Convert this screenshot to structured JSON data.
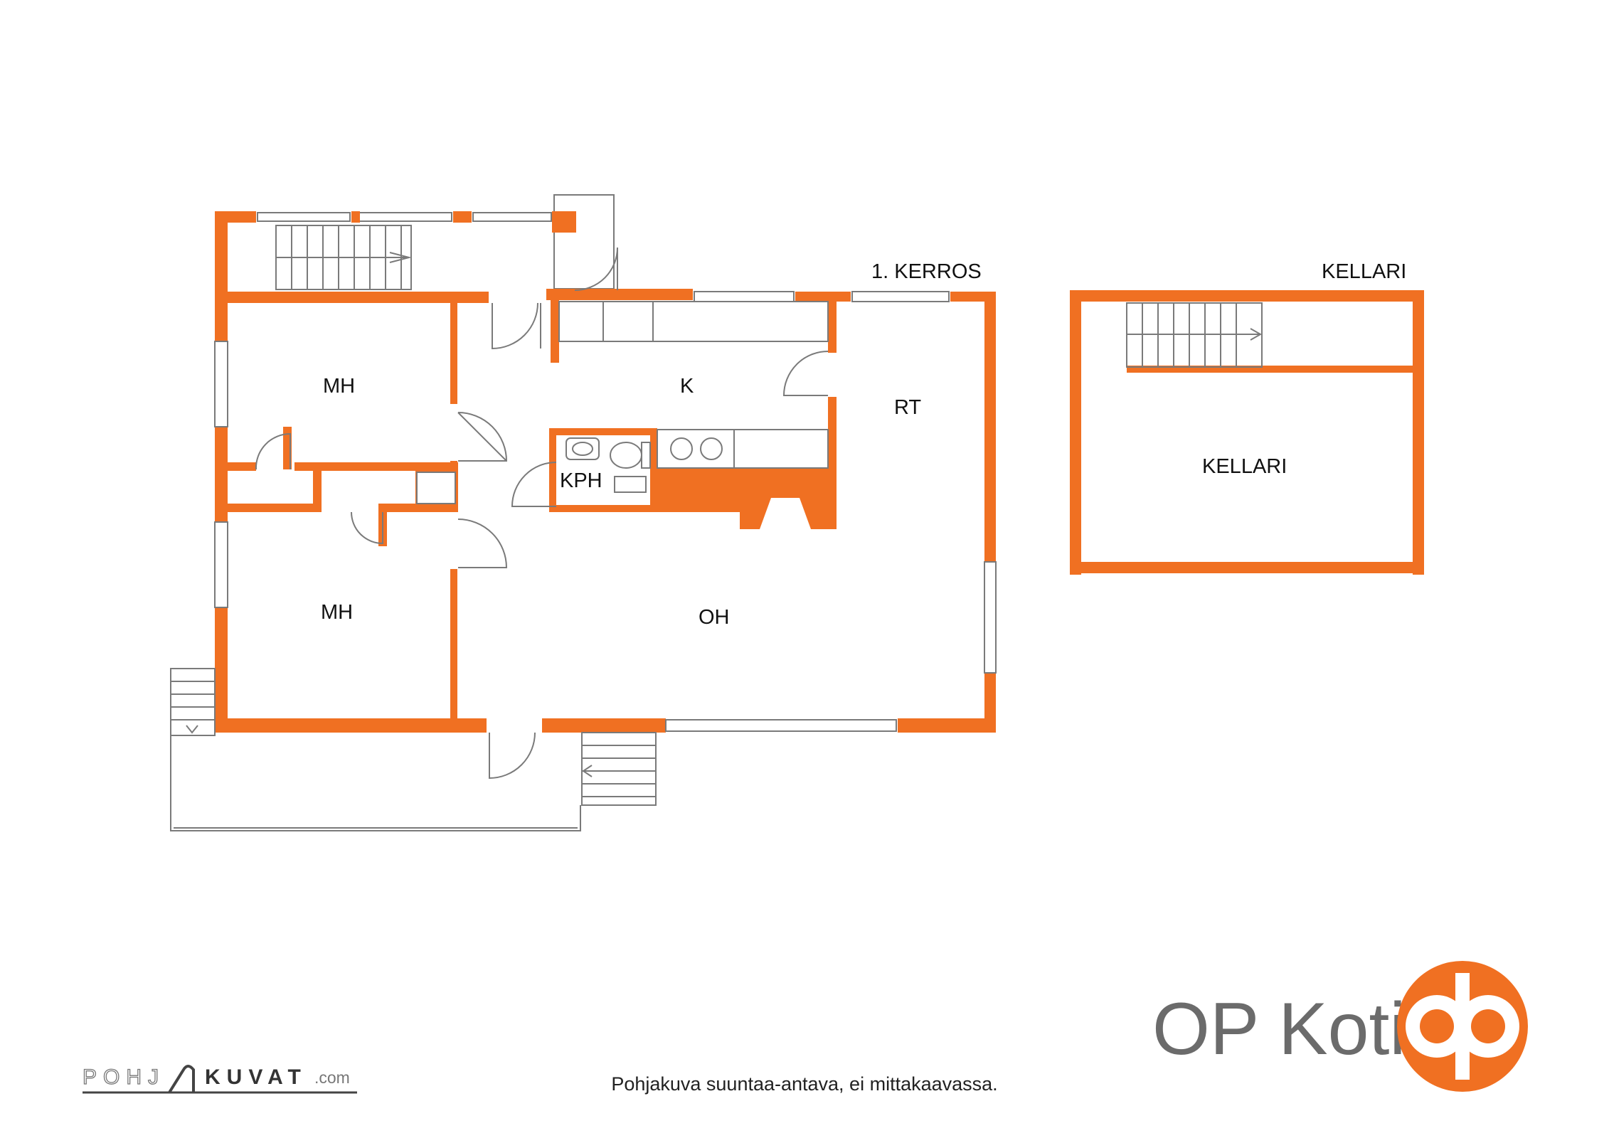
{
  "floors": {
    "first": "1. KERROS",
    "basement": "KELLARI"
  },
  "rooms": {
    "mh_upper": "MH",
    "mh_lower": "MH",
    "kitchen": "K",
    "bathroom": "KPH",
    "living": "OH",
    "dining": "RT",
    "cellar": "KELLARI"
  },
  "disclaimer": "Pohjakuva suuntaa-antava, ei mittakaavassa.",
  "brand": {
    "name": "OP Koti",
    "logo": "op-logo-icon"
  },
  "credit": {
    "left": "POHJ",
    "right": "KUVAT",
    "suffix": ".com"
  },
  "colors": {
    "wall": "#f07022",
    "line": "#7a7a7a",
    "text": "#111111",
    "brand_gray": "#6b6b6b"
  }
}
